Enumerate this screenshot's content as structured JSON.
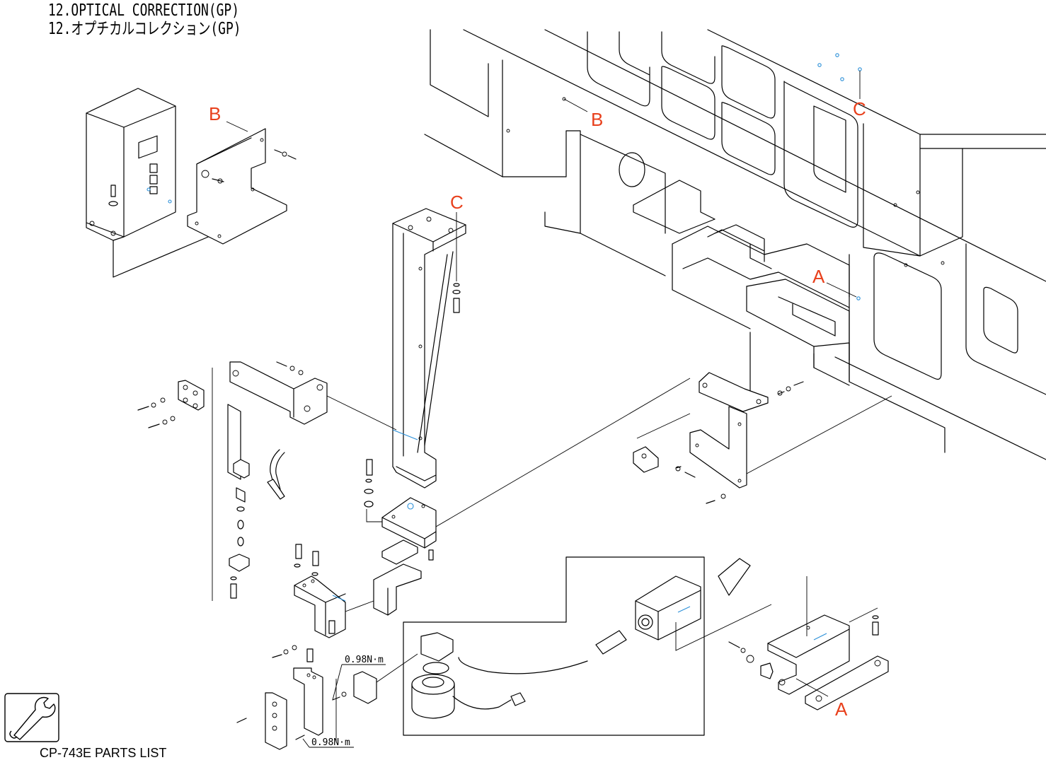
{
  "header": {
    "title_en": "12.OPTICAL CORRECTION(GP)",
    "title_jp": "12.オプチカルコレクション(GP)"
  },
  "callouts": {
    "a_label": "A",
    "b_label": "B",
    "c_label": "C"
  },
  "torque": {
    "upper": "0.98N·m",
    "lower": "0.98N·m"
  },
  "footer": {
    "parts_list_label": "CP-743E PARTS LIST",
    "tool_icon": "wrench-icon"
  },
  "colors": {
    "callout": "#e8401c",
    "hole_marker": "#2a8fd8"
  }
}
